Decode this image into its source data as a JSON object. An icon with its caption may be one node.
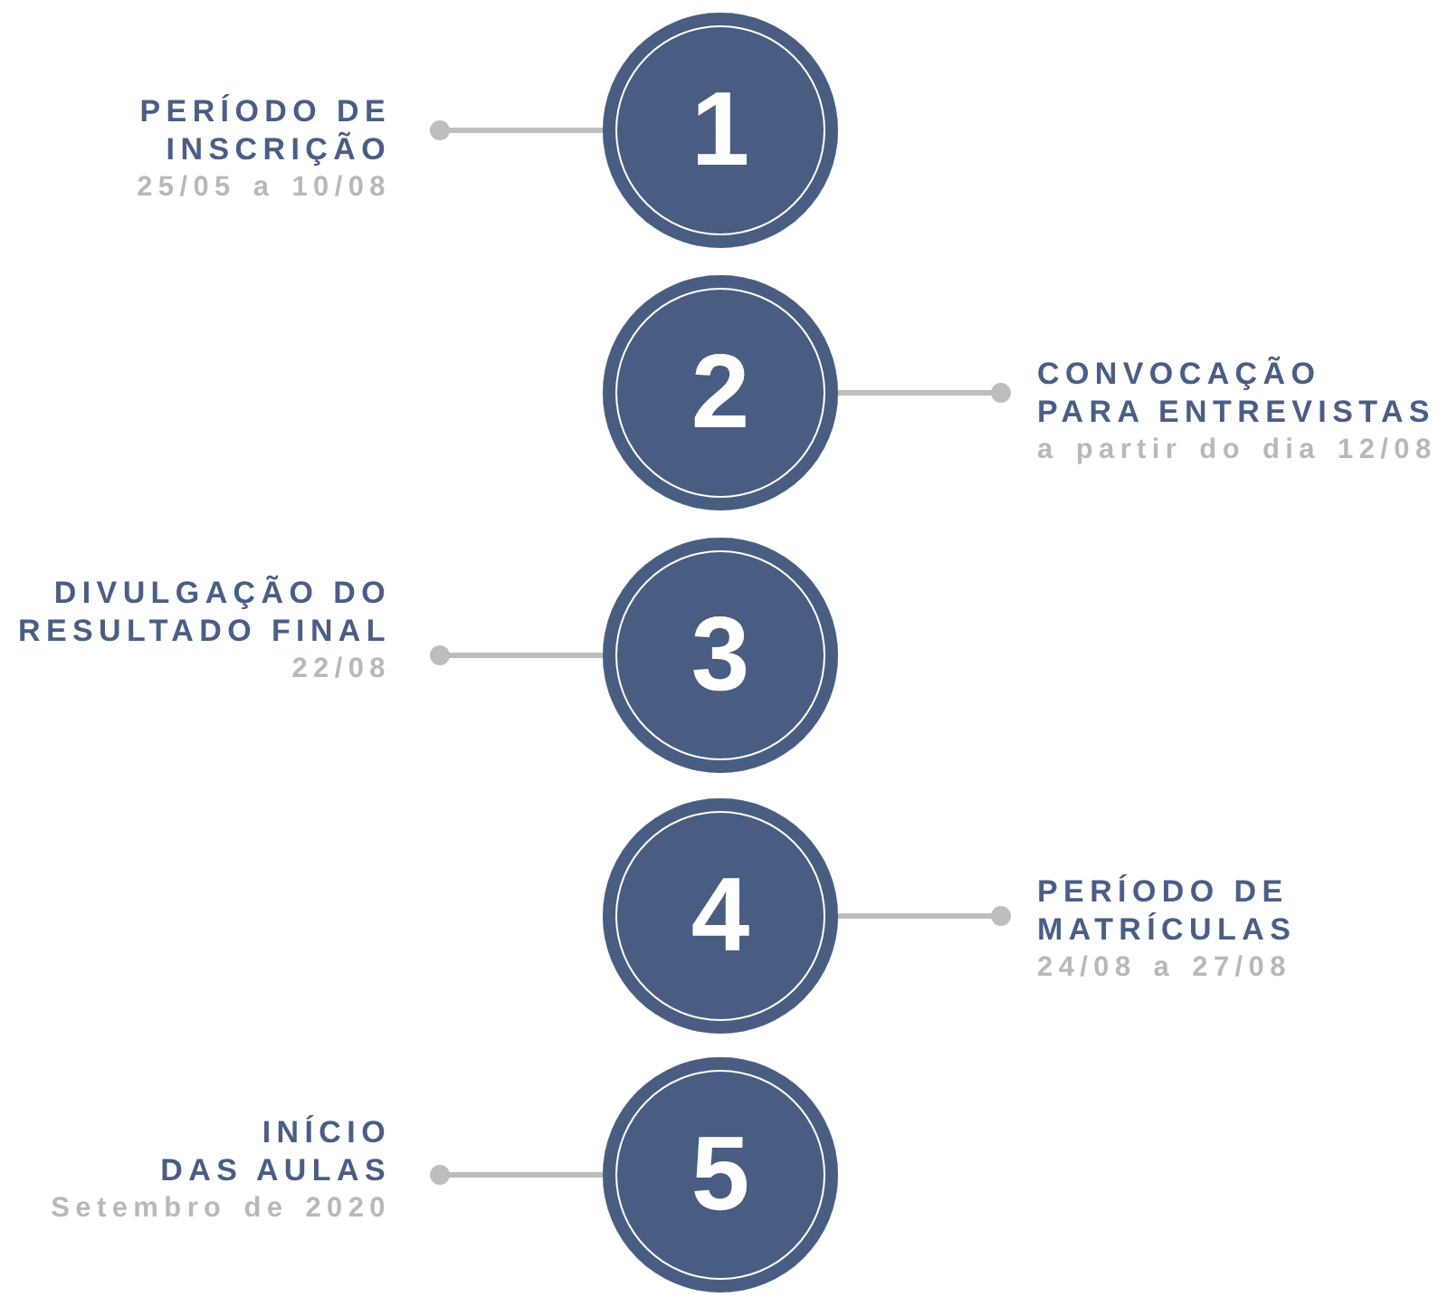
{
  "diagram": {
    "nodes": [
      {
        "text": [
          "PERÍODO DE INSCRIÇÃO",
          "25/05 a 10/08"
        ]
      },
      {
        "text": [
          "1"
        ]
      },
      {
        "text": [
          "2"
        ]
      },
      {
        "text": [
          "CONVOCAÇÃO PARA ENTREVISTAS",
          "a partir do dia 12/08"
        ]
      },
      {
        "text": [
          "DIVULGAÇÃO DO RESULTADO FINAL",
          "22/08"
        ]
      },
      {
        "text": [
          "3"
        ]
      },
      {
        "text": [
          "4"
        ]
      },
      {
        "text": [
          "PERÍODO DE MATRÍCULAS",
          "24/08 a 27/08"
        ]
      },
      {
        "text": [
          "INÍCIO DAS AULAS",
          "Setembro de 2020"
        ]
      },
      {
        "text": [
          "5"
        ]
      }
    ],
    "edges": [
      {
        "from": 1,
        "to": 0,
        "arrow": "other"
      },
      {
        "from": 2,
        "to": 3,
        "arrow": "other"
      },
      {
        "from": 5,
        "to": 4,
        "arrow": "other"
      },
      {
        "from": 6,
        "to": 7,
        "arrow": "other"
      },
      {
        "from": 9,
        "to": 8,
        "arrow": "other"
      }
    ]
  }
}
